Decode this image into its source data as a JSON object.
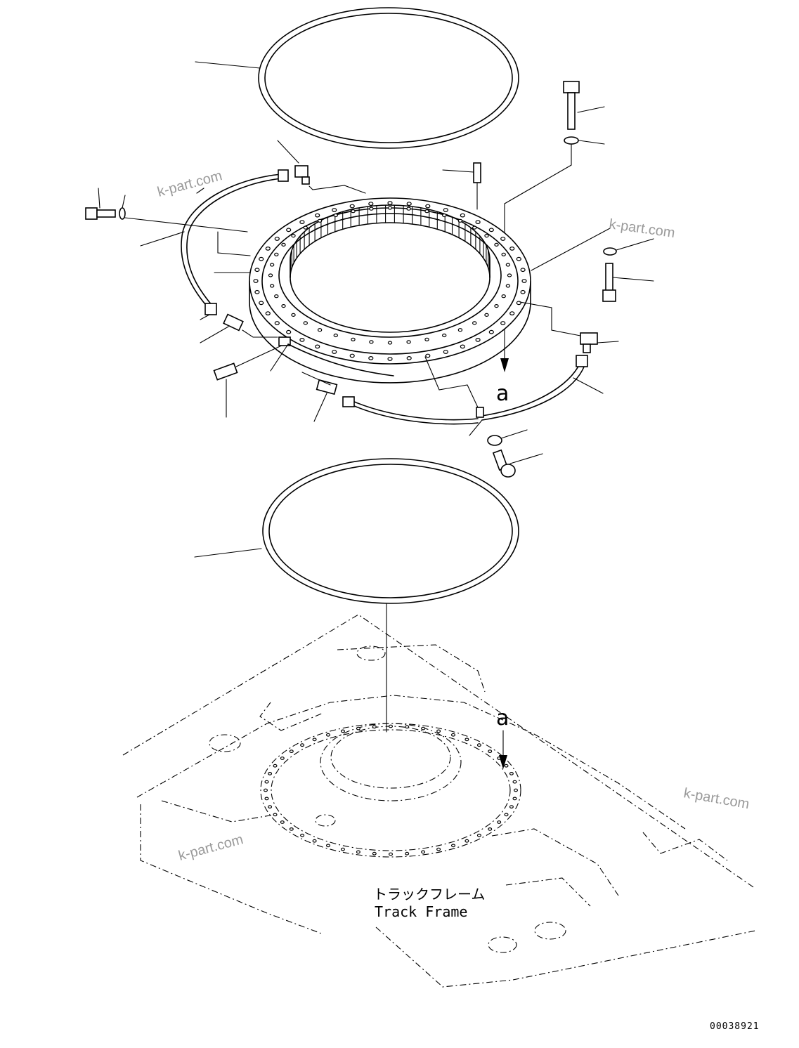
{
  "labels": {
    "track_frame_jp": "トラックフレーム",
    "track_frame_en": "Track Frame",
    "view_marker": "a",
    "view_marker_lower": "a",
    "drawing_number": "00038921"
  },
  "watermarks": [
    "k-part.com",
    "k-part.com",
    "k-part.com",
    "k-part.com"
  ]
}
